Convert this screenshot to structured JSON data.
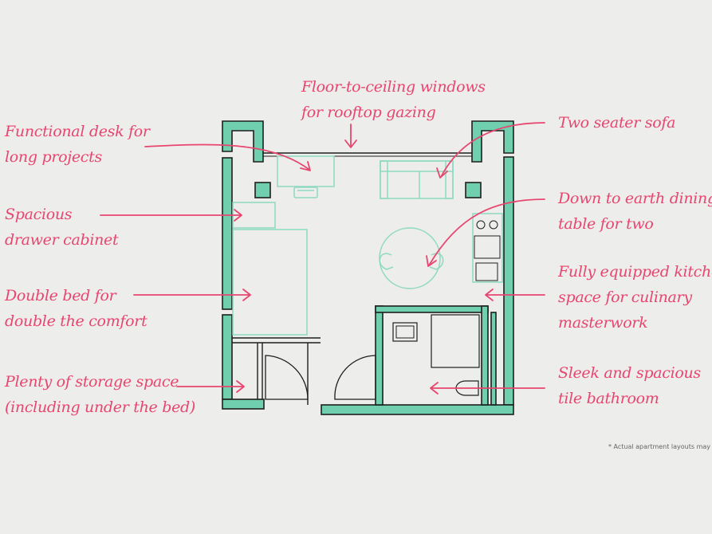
{
  "labels": {
    "windows": [
      "Floor-to-ceiling windows",
      "for rooftop gazing"
    ],
    "desk": [
      "Functional desk for",
      "long projects"
    ],
    "sofa": [
      "Two seater sofa"
    ],
    "cabinet": [
      "Spacious",
      "drawer cabinet"
    ],
    "dining": [
      "Down to earth dining",
      "table for two"
    ],
    "kitchen": [
      "Fully equipped kitchen",
      "space for culinary",
      "masterwork"
    ],
    "bed": [
      "Double bed for",
      "double the comfort"
    ],
    "storage": [
      "Plenty of storage space",
      "(including under the bed)"
    ],
    "bathroom": [
      "Sleek and spacious",
      "tile bathroom"
    ]
  },
  "footnote": "* Actual apartment layouts may differ",
  "colors": {
    "background": "#ededeb",
    "wall": "#6fcfae",
    "wall_outline": "#1f1f1f",
    "furniture": "#8fd9c1",
    "annotation": "#e8456f"
  }
}
